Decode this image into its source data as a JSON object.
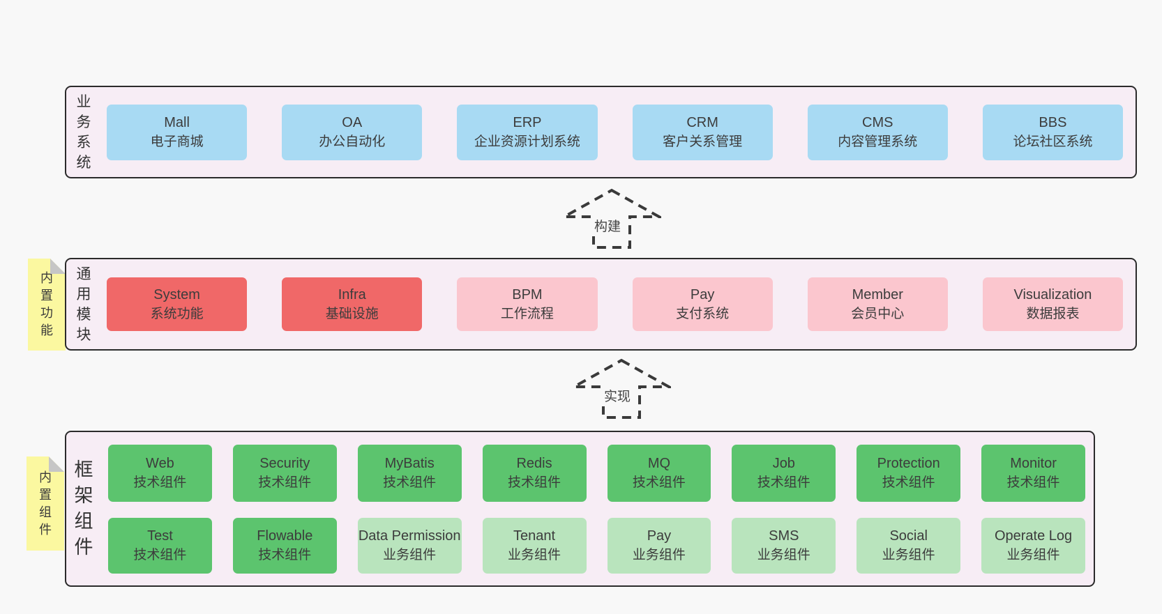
{
  "colors": {
    "page_bg": "#f8f8f8",
    "container_bg": "#f7edf5",
    "container_border": "#2b2b2b",
    "blue": "#a8daf3",
    "red": "#f06868",
    "pink": "#fbc6ce",
    "green": "#5cc46e",
    "light_green": "#b9e4bd",
    "note_yellow": "#fbf8a0",
    "arrow_dash": "#3a3a3a",
    "text": "#3c3c3c"
  },
  "arrows": [
    {
      "label": "构建"
    },
    {
      "label": "实现"
    }
  ],
  "layers": [
    {
      "side_label": "业务系统",
      "rows": [
        [
          {
            "name": "Mall",
            "desc": "电子商城",
            "color": "blue"
          },
          {
            "name": "OA",
            "desc": "办公自动化",
            "color": "blue"
          },
          {
            "name": "ERP",
            "desc": "企业资源计划系统",
            "color": "blue"
          },
          {
            "name": "CRM",
            "desc": "客户关系管理",
            "color": "blue"
          },
          {
            "name": "CMS",
            "desc": "内容管理系统",
            "color": "blue"
          },
          {
            "name": "BBS",
            "desc": "论坛社区系统",
            "color": "blue"
          }
        ]
      ]
    },
    {
      "side_label": "通用模块",
      "note": "内置功能",
      "rows": [
        [
          {
            "name": "System",
            "desc": "系统功能",
            "color": "red"
          },
          {
            "name": "Infra",
            "desc": "基础设施",
            "color": "red"
          },
          {
            "name": "BPM",
            "desc": "工作流程",
            "color": "pink"
          },
          {
            "name": "Pay",
            "desc": "支付系统",
            "color": "pink"
          },
          {
            "name": "Member",
            "desc": "会员中心",
            "color": "pink"
          },
          {
            "name": "Visualization",
            "desc": "数据报表",
            "color": "pink"
          }
        ]
      ]
    },
    {
      "side_label": "框架组件",
      "note": "内置组件",
      "rows": [
        [
          {
            "name": "Web",
            "desc": "技术组件",
            "color": "green"
          },
          {
            "name": "Security",
            "desc": "技术组件",
            "color": "green"
          },
          {
            "name": "MyBatis",
            "desc": "技术组件",
            "color": "green"
          },
          {
            "name": "Redis",
            "desc": "技术组件",
            "color": "green"
          },
          {
            "name": "MQ",
            "desc": "技术组件",
            "color": "green"
          },
          {
            "name": "Job",
            "desc": "技术组件",
            "color": "green"
          },
          {
            "name": "Protection",
            "desc": "技术组件",
            "color": "green"
          },
          {
            "name": "Monitor",
            "desc": "技术组件",
            "color": "green"
          }
        ],
        [
          {
            "name": "Test",
            "desc": "技术组件",
            "color": "green"
          },
          {
            "name": "Flowable",
            "desc": "技术组件",
            "color": "green"
          },
          {
            "name": "Data Permission",
            "desc": "业务组件",
            "color": "light_green"
          },
          {
            "name": "Tenant",
            "desc": "业务组件",
            "color": "light_green"
          },
          {
            "name": "Pay",
            "desc": "业务组件",
            "color": "light_green"
          },
          {
            "name": "SMS",
            "desc": "业务组件",
            "color": "light_green"
          },
          {
            "name": "Social",
            "desc": "业务组件",
            "color": "light_green"
          },
          {
            "name": "Operate Log",
            "desc": "业务组件",
            "color": "light_green"
          }
        ]
      ]
    }
  ]
}
